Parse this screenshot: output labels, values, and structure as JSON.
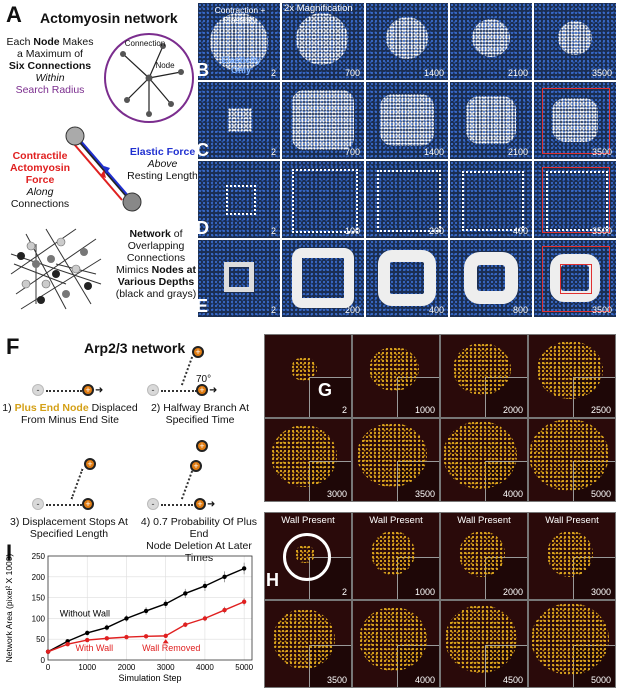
{
  "panel_labels": {
    "A": "A",
    "B": "B",
    "C": "C",
    "D": "D",
    "E": "E",
    "F": "F",
    "G": "G",
    "H": "H",
    "I": "I"
  },
  "panelA": {
    "title": "Actomyosin network",
    "node_text_1": "Each",
    "node_text_2": "Node",
    "node_text_3": "Makes",
    "max_text": "a Maximum of",
    "six_text": "Six",
    "conn_text": "Connections",
    "within_text": "Within",
    "radius_text": "Search Radius",
    "connection_label": "Connection",
    "node_label": "Node",
    "contractile_1": "Contractile",
    "contractile_2": "Actomyosin Force",
    "along": "Along",
    "connections": "Connections",
    "elastic_1": "Elastic Force",
    "above": "Above",
    "resting": "Resting Length",
    "network_1": "Network",
    "network_1b": "of",
    "network_2": "Overlapping",
    "network_3": "Connections",
    "network_4": "Mimics",
    "network_5": "Nodes at",
    "network_6": "Various Depths",
    "network_7": "(black and grays)"
  },
  "panelB": {
    "contraction_label": "Contraction + Elasticity",
    "elasticity_label": "Elasticity Only",
    "magnification": "2x Magnification",
    "rows": [
      {
        "label": "B",
        "steps": [
          "2",
          "700",
          "1400",
          "2100",
          "3500"
        ]
      },
      {
        "label": "C",
        "steps": [
          "2",
          "700",
          "1400",
          "2100",
          "3500"
        ]
      },
      {
        "label": "D",
        "steps": [
          "2",
          "100",
          "200",
          "400",
          "3500"
        ]
      },
      {
        "label": "E",
        "steps": [
          "2",
          "200",
          "400",
          "800",
          "3500"
        ]
      }
    ]
  },
  "panelF": {
    "title": "Arp2/3 network",
    "step1_num": "1)",
    "step1_a": "Plus End Node",
    "step1_b": "Displaced",
    "step1_c": "From Minus End Site",
    "step2_a": "2) Halfway Branch At",
    "step2_b": "Specified Time",
    "angle": "70°",
    "step3_a": "3) Displacement Stops At",
    "step3_b": "Specified Length",
    "step4_a": "4) 0.7 Probability Of Plus End",
    "step4_b": "Node Deletion At Later Times",
    "minus_sym": "-",
    "plus_sym": "+"
  },
  "panelG": {
    "steps": [
      "2",
      "1000",
      "2000",
      "2500",
      "3000",
      "3500",
      "4000",
      "5000"
    ]
  },
  "panelH": {
    "wall_label": "Wall Present",
    "steps": [
      "2",
      "1000",
      "2000",
      "3000",
      "3500",
      "4000",
      "4500",
      "5000"
    ]
  },
  "panelI": {
    "chart_data": {
      "type": "line",
      "xlabel": "Simulation Step",
      "ylabel": "Network Area (pixel² X 1000)",
      "xlim": [
        0,
        5200
      ],
      "ylim": [
        0,
        250
      ],
      "xticks": [
        "0",
        "1000",
        "2000",
        "3000",
        "4000",
        "5000"
      ],
      "yticks": [
        "0",
        "50",
        "100",
        "150",
        "200",
        "250"
      ],
      "series": [
        {
          "name": "Without Wall",
          "color": "#000000",
          "x": [
            2,
            500,
            1000,
            1500,
            2000,
            2500,
            3000,
            3500,
            4000,
            4500,
            5000
          ],
          "y": [
            20,
            45,
            65,
            78,
            100,
            118,
            135,
            160,
            178,
            200,
            220
          ],
          "err": [
            2,
            5,
            6,
            7,
            8,
            9,
            10,
            11,
            12,
            13,
            14
          ]
        },
        {
          "name": "With Wall",
          "color": "#e02020",
          "x": [
            2,
            500,
            1000,
            1500,
            2000,
            2500,
            3000,
            3500,
            4000,
            4500,
            5000
          ],
          "y": [
            20,
            38,
            48,
            52,
            55,
            57,
            58,
            85,
            100,
            120,
            140
          ],
          "err": [
            2,
            3,
            4,
            4,
            4,
            4,
            4,
            6,
            7,
            8,
            9
          ]
        }
      ],
      "annotations": {
        "without": "Without Wall",
        "with": "With Wall",
        "removed": "Wall Removed"
      }
    }
  }
}
